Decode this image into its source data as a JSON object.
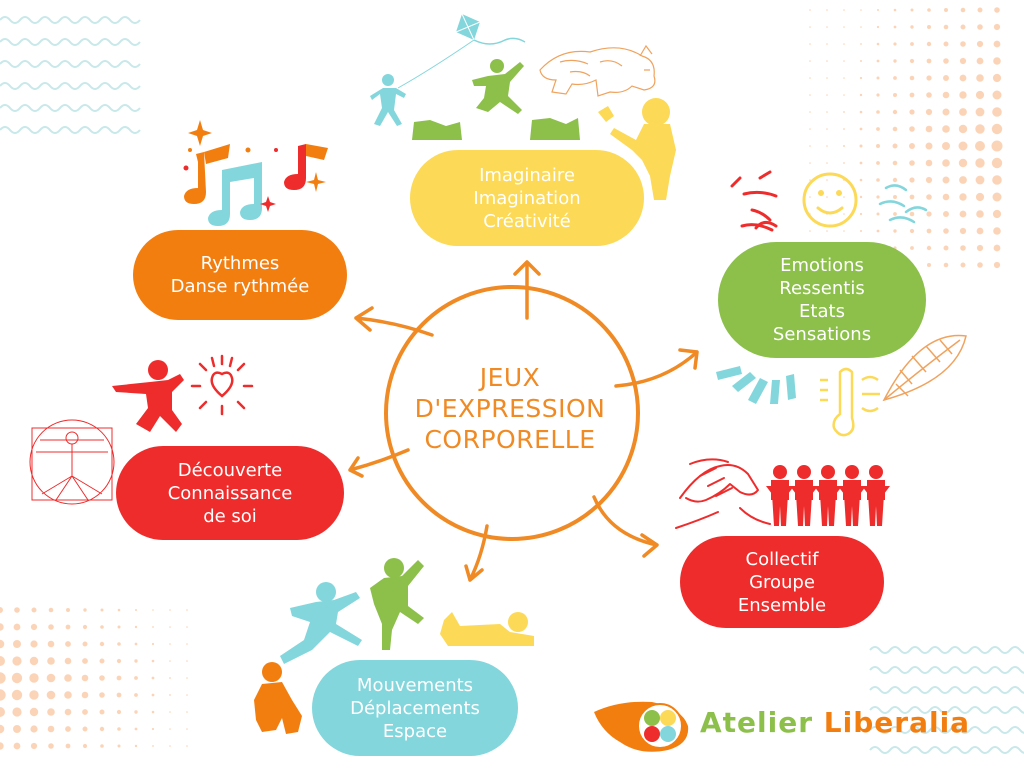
{
  "colors": {
    "orange": "#F37E10",
    "yellow": "#FCD957",
    "green": "#8CC04B",
    "red": "#EE2C2C",
    "blue": "#83D6DC",
    "arrow": "#F08A24",
    "dots": "#FBD4B8",
    "waves": "#C8E8EA"
  },
  "center": {
    "lines": [
      "JEUX",
      "D'EXPRESSION",
      "CORPORELLE"
    ]
  },
  "nodes": {
    "imaginaire": [
      "Imaginaire",
      "Imagination",
      "Créativité"
    ],
    "rythmes": [
      "Rythmes",
      "Danse rythmée"
    ],
    "emotions": [
      "Emotions",
      "Ressentis",
      "Etats",
      "Sensations"
    ],
    "decouverte": [
      "Découverte",
      "Connaissance",
      "de soi"
    ],
    "collectif": [
      "Collectif",
      "Groupe",
      "Ensemble"
    ],
    "mouvements": [
      "Mouvements",
      "Déplacements",
      "Espace"
    ]
  },
  "logo": {
    "word1": "Atelier",
    "word2": "Liberalia"
  },
  "icons": {
    "kite": "kite-icon",
    "tiger": "tiger-icon",
    "music": "music-notes-icon",
    "heart": "heart-icon",
    "vitruvian": "vitruvian-man-icon",
    "faces": "smiley-faces-icon",
    "feather": "feather-icon",
    "thermometer": "thermometer-icon",
    "handshake": "handshake-icon",
    "people_chain": "paper-people-chain-icon",
    "palette": "palette-logo-icon"
  }
}
